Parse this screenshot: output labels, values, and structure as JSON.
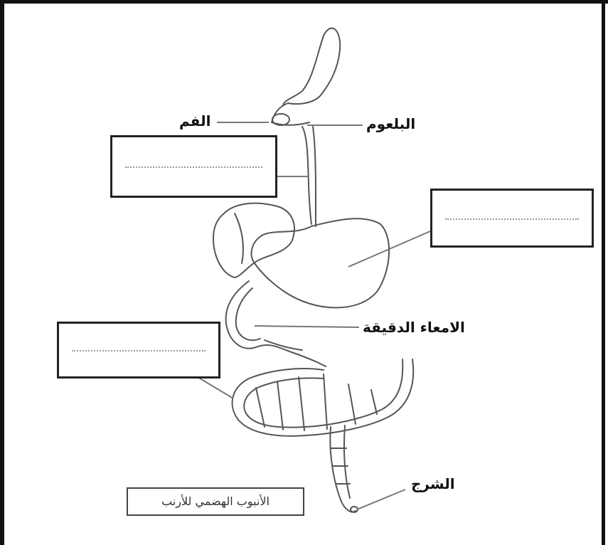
{
  "diagram": {
    "labels": {
      "mouth": "الفم",
      "pharynx": "البلعوم",
      "small_intestine": "الامعاء الدقيقة",
      "anus": "الشرج"
    },
    "caption": "الأنبوب الهضمي للأرنب"
  }
}
